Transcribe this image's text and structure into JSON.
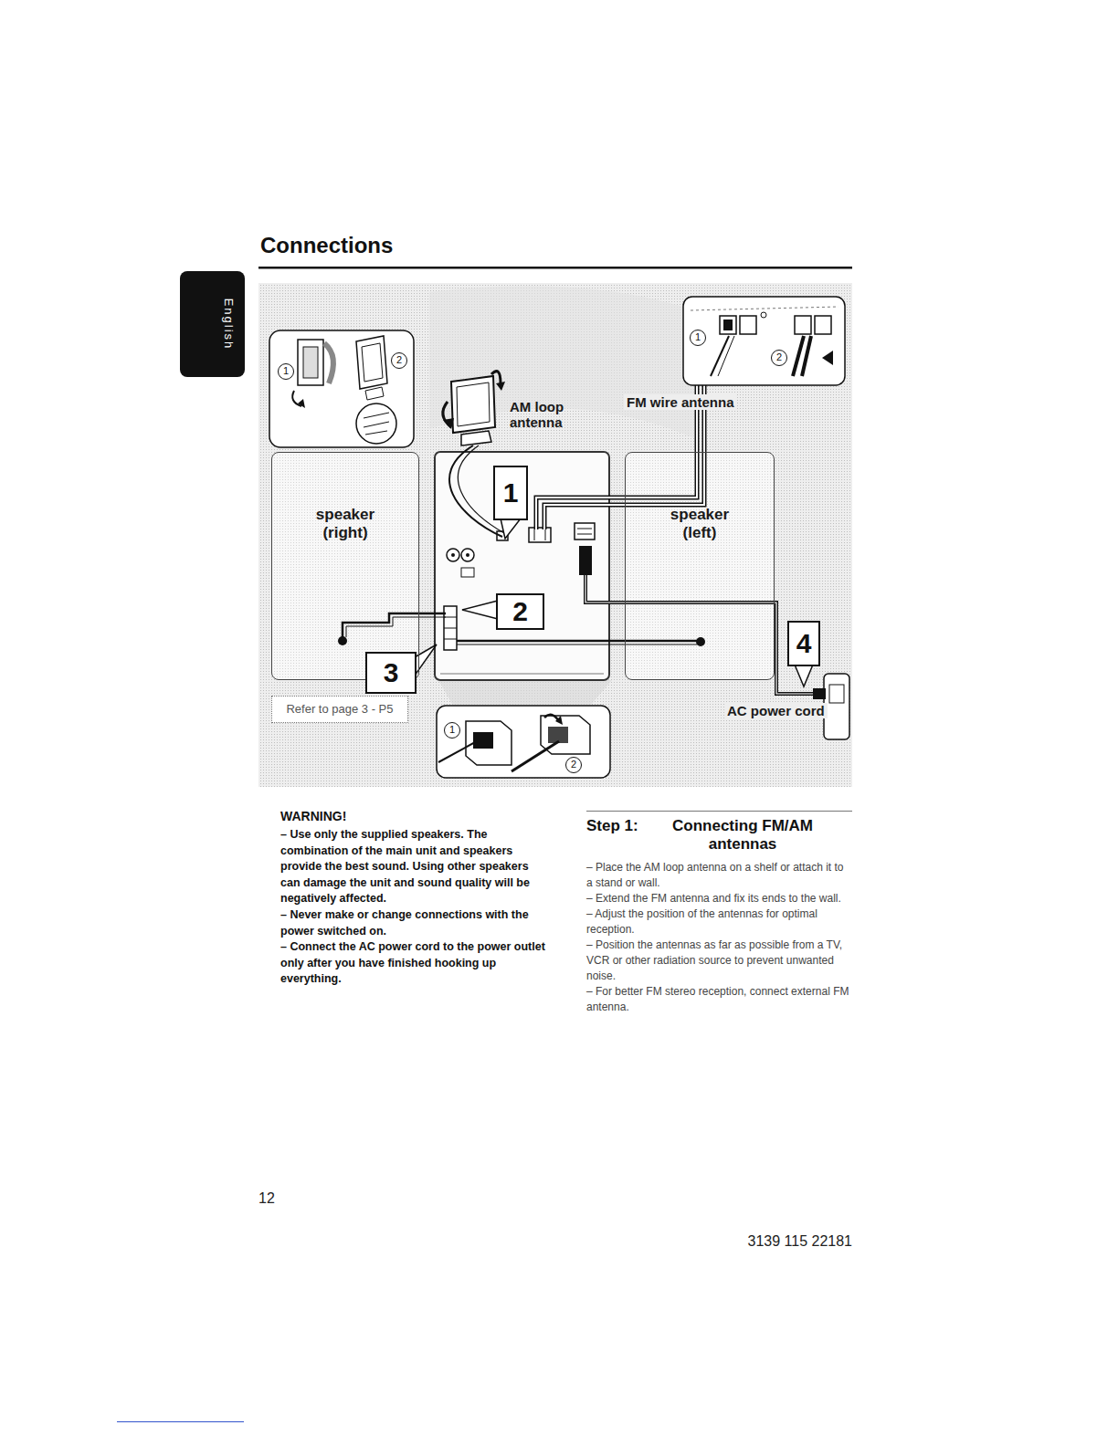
{
  "diagram": {
    "title": "Connections",
    "nodes": [
      {
        "text": [
          "speaker (right)"
        ]
      },
      {
        "text": [
          "1"
        ]
      },
      {
        "text": [
          "speaker (left)"
        ]
      },
      {
        "text": [
          "2"
        ]
      },
      {
        "text": [
          "3"
        ]
      },
      {
        "text": [
          "Refer to page 3 - P5"
        ]
      },
      {
        "text": [
          "4"
        ]
      }
    ],
    "labels": [
      "English",
      "1",
      "2",
      "AM loop antenna",
      "1",
      "2",
      "FM wire antenna",
      "AC power cord",
      "1",
      "2",
      "WARNING!",
      "– Use only the supplied speakers. The combination of the main unit and speakers provide the best sound. Using other speakers can damage the unit and sound quality will be negatively affected.",
      "– Never make or change connections with the power switched on.",
      "– Connect the AC power cord to the power outlet only after you have finished hooking up everything.",
      "Step 1:",
      "Connecting FM/AM antennas",
      "– Place the AM loop antenna on a shelf or attach it to a stand or wall.",
      "– Extend the FM antenna and fix its ends to the wall.",
      "– Adjust the position of the antennas for optimal reception.",
      "– Position the antennas as far as possible from a TV, VCR or other radiation source to prevent unwanted noise.",
      "– For better FM stereo reception, connect external FM antenna.",
      "12",
      "3139 115 22181"
    ]
  }
}
